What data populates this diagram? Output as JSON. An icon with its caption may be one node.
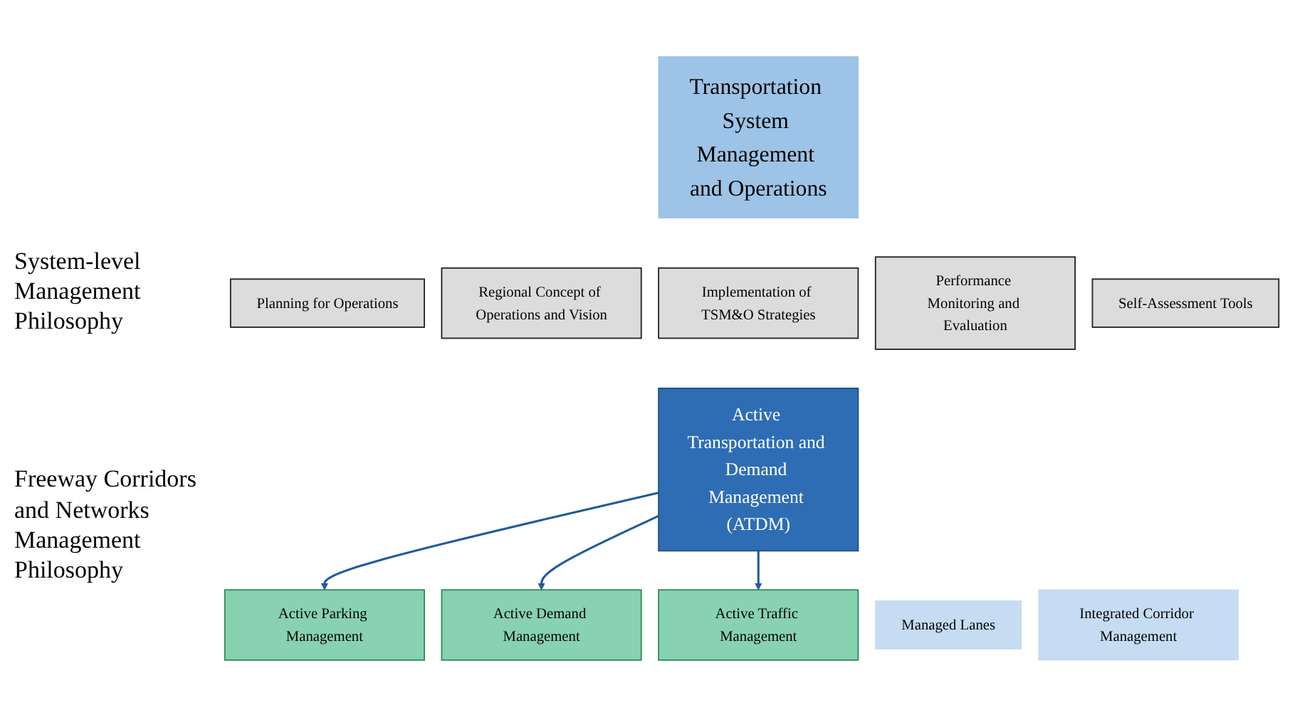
{
  "diagram": {
    "nodes": [
      {
        "text": [
          "Transportation System Management and Operations"
        ]
      },
      {
        "text": [
          "Planning for Operations"
        ]
      },
      {
        "text": [
          "Regional Concept of Operations and Vision"
        ]
      },
      {
        "text": [
          "Implementation of TSM&O Strategies"
        ]
      },
      {
        "text": [
          "Performance Monitoring and Evaluation"
        ]
      },
      {
        "text": [
          "Self-Assessment Tools"
        ]
      },
      {
        "text": [
          "Active Parking Management"
        ]
      },
      {
        "text": [
          "Active Transportation and Demand Management (ATDM)"
        ]
      },
      {
        "text": [
          "Active Demand Management"
        ]
      },
      {
        "text": [
          "Managed Lanes"
        ]
      },
      {
        "text": [
          "Active Traffic Management"
        ]
      },
      {
        "text": [
          "Integrated Corridor Management"
        ]
      }
    ],
    "edges": [
      {
        "from": 7,
        "to": 6,
        "arrow": "to"
      },
      {
        "from": 7,
        "to": 8,
        "arrow": "to"
      },
      {
        "from": 7,
        "to": 10,
        "arrow": "to"
      }
    ],
    "labels": [
      "System-level Management Philosophy",
      "Freeway Corridors and Networks Management Philosophy"
    ]
  }
}
